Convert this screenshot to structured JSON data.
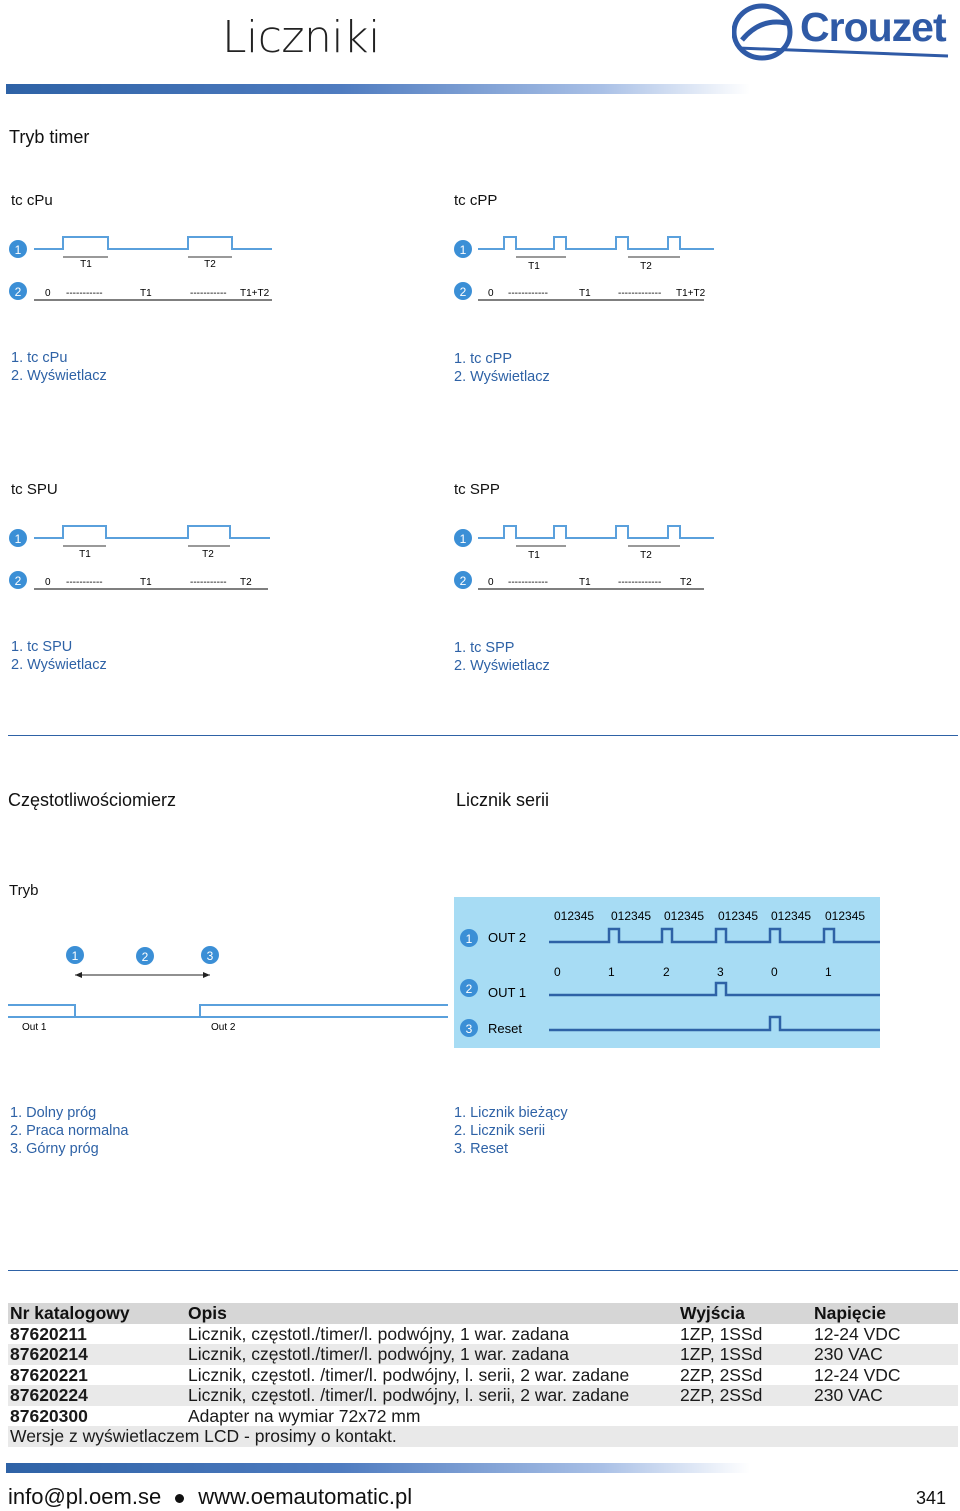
{
  "header": {
    "title": "Liczniki",
    "brand": "Crouzet"
  },
  "timer_section": {
    "title": "Tryb timer",
    "diagrams": [
      {
        "name": "tc cPu",
        "t1": "T1",
        "t2": "T2",
        "badge1": "1",
        "badge2": "2",
        "display": [
          "0",
          "-----------",
          "T1",
          "-----------",
          "T1+T2"
        ],
        "captions": [
          "1. tc cPu",
          "2. Wyświetlacz"
        ]
      },
      {
        "name": "tc cPP",
        "t1": "T1",
        "t2": "T2",
        "badge1": "1",
        "badge2": "2",
        "display": [
          "0",
          "------------",
          "T1",
          "-------------",
          "T1+T2"
        ],
        "captions": [
          "1. tc cPP",
          "2. Wyświetlacz"
        ]
      },
      {
        "name": "tc SPU",
        "t1": "T1",
        "t2": "T2",
        "badge1": "1",
        "badge2": "2",
        "display": [
          "0",
          "-----------",
          "T1",
          "-----------",
          "T2"
        ],
        "captions": [
          "1. tc SPU",
          "2. Wyświetlacz"
        ]
      },
      {
        "name": "tc SPP",
        "t1": "T1",
        "t2": "T2",
        "badge1": "1",
        "badge2": "2",
        "display": [
          "0",
          "------------",
          "T1",
          "-------------",
          "T2"
        ],
        "captions": [
          "1. tc SPP",
          "2. Wyświetlacz"
        ]
      }
    ]
  },
  "freq_section": {
    "title": "Częstotliwościomierz",
    "mode_label": "Tryb",
    "badges": [
      "1",
      "2",
      "3"
    ],
    "out1": "Out 1",
    "out2": "Out 2",
    "captions": [
      "1. Dolny próg",
      "2. Praca normalna",
      "3. Górny próg"
    ]
  },
  "batch_section": {
    "title": "Licznik serii",
    "badges": [
      "1",
      "2",
      "3"
    ],
    "labels": [
      "OUT 2",
      "OUT 1",
      "Reset"
    ],
    "counts_top": [
      "012345",
      "012345",
      "012345",
      "012345",
      "012345",
      "012345"
    ],
    "counts_mid": [
      "0",
      "1",
      "2",
      "3",
      "0",
      "1"
    ],
    "captions": [
      "1. Licznik bieżący",
      "2. Licznik serii",
      "3. Reset"
    ],
    "panel_color": "#a7dcf4"
  },
  "table": {
    "headers": [
      "Nr katalogowy",
      "Opis",
      "Wyjścia",
      "Napięcie"
    ],
    "rows": [
      [
        "87620211",
        "Licznik, częstotl./timer/l. podwójny, 1 war. zadana",
        "1ZP, 1SSd",
        "12-24 VDC"
      ],
      [
        "87620214",
        "Licznik, częstotl./timer/l. podwójny, 1 war. zadana",
        "1ZP, 1SSd",
        "230 VAC"
      ],
      [
        "87620221",
        "Licznik, częstotl. /timer/l. podwójny, l. serii, 2 war. zadane",
        "2ZP, 2SSd",
        "12-24 VDC"
      ],
      [
        "87620224",
        "Licznik, częstotl. /timer/l. podwójny, l. serii, 2 war. zadane",
        "2ZP, 2SSd",
        "230 VAC"
      ],
      [
        "87620300",
        "Adapter na wymiar 72x72 mm",
        "",
        ""
      ]
    ],
    "note": "Wersje z wyświetlaczem LCD - prosimy o kontakt."
  },
  "footer": {
    "email": "info@pl.oem.se",
    "website": "www.oemautomatic.pl",
    "page_number": "341"
  },
  "colors": {
    "accent": "#2e62a6",
    "badge": "#3b8fd6",
    "signal": "#5aa0dc"
  }
}
